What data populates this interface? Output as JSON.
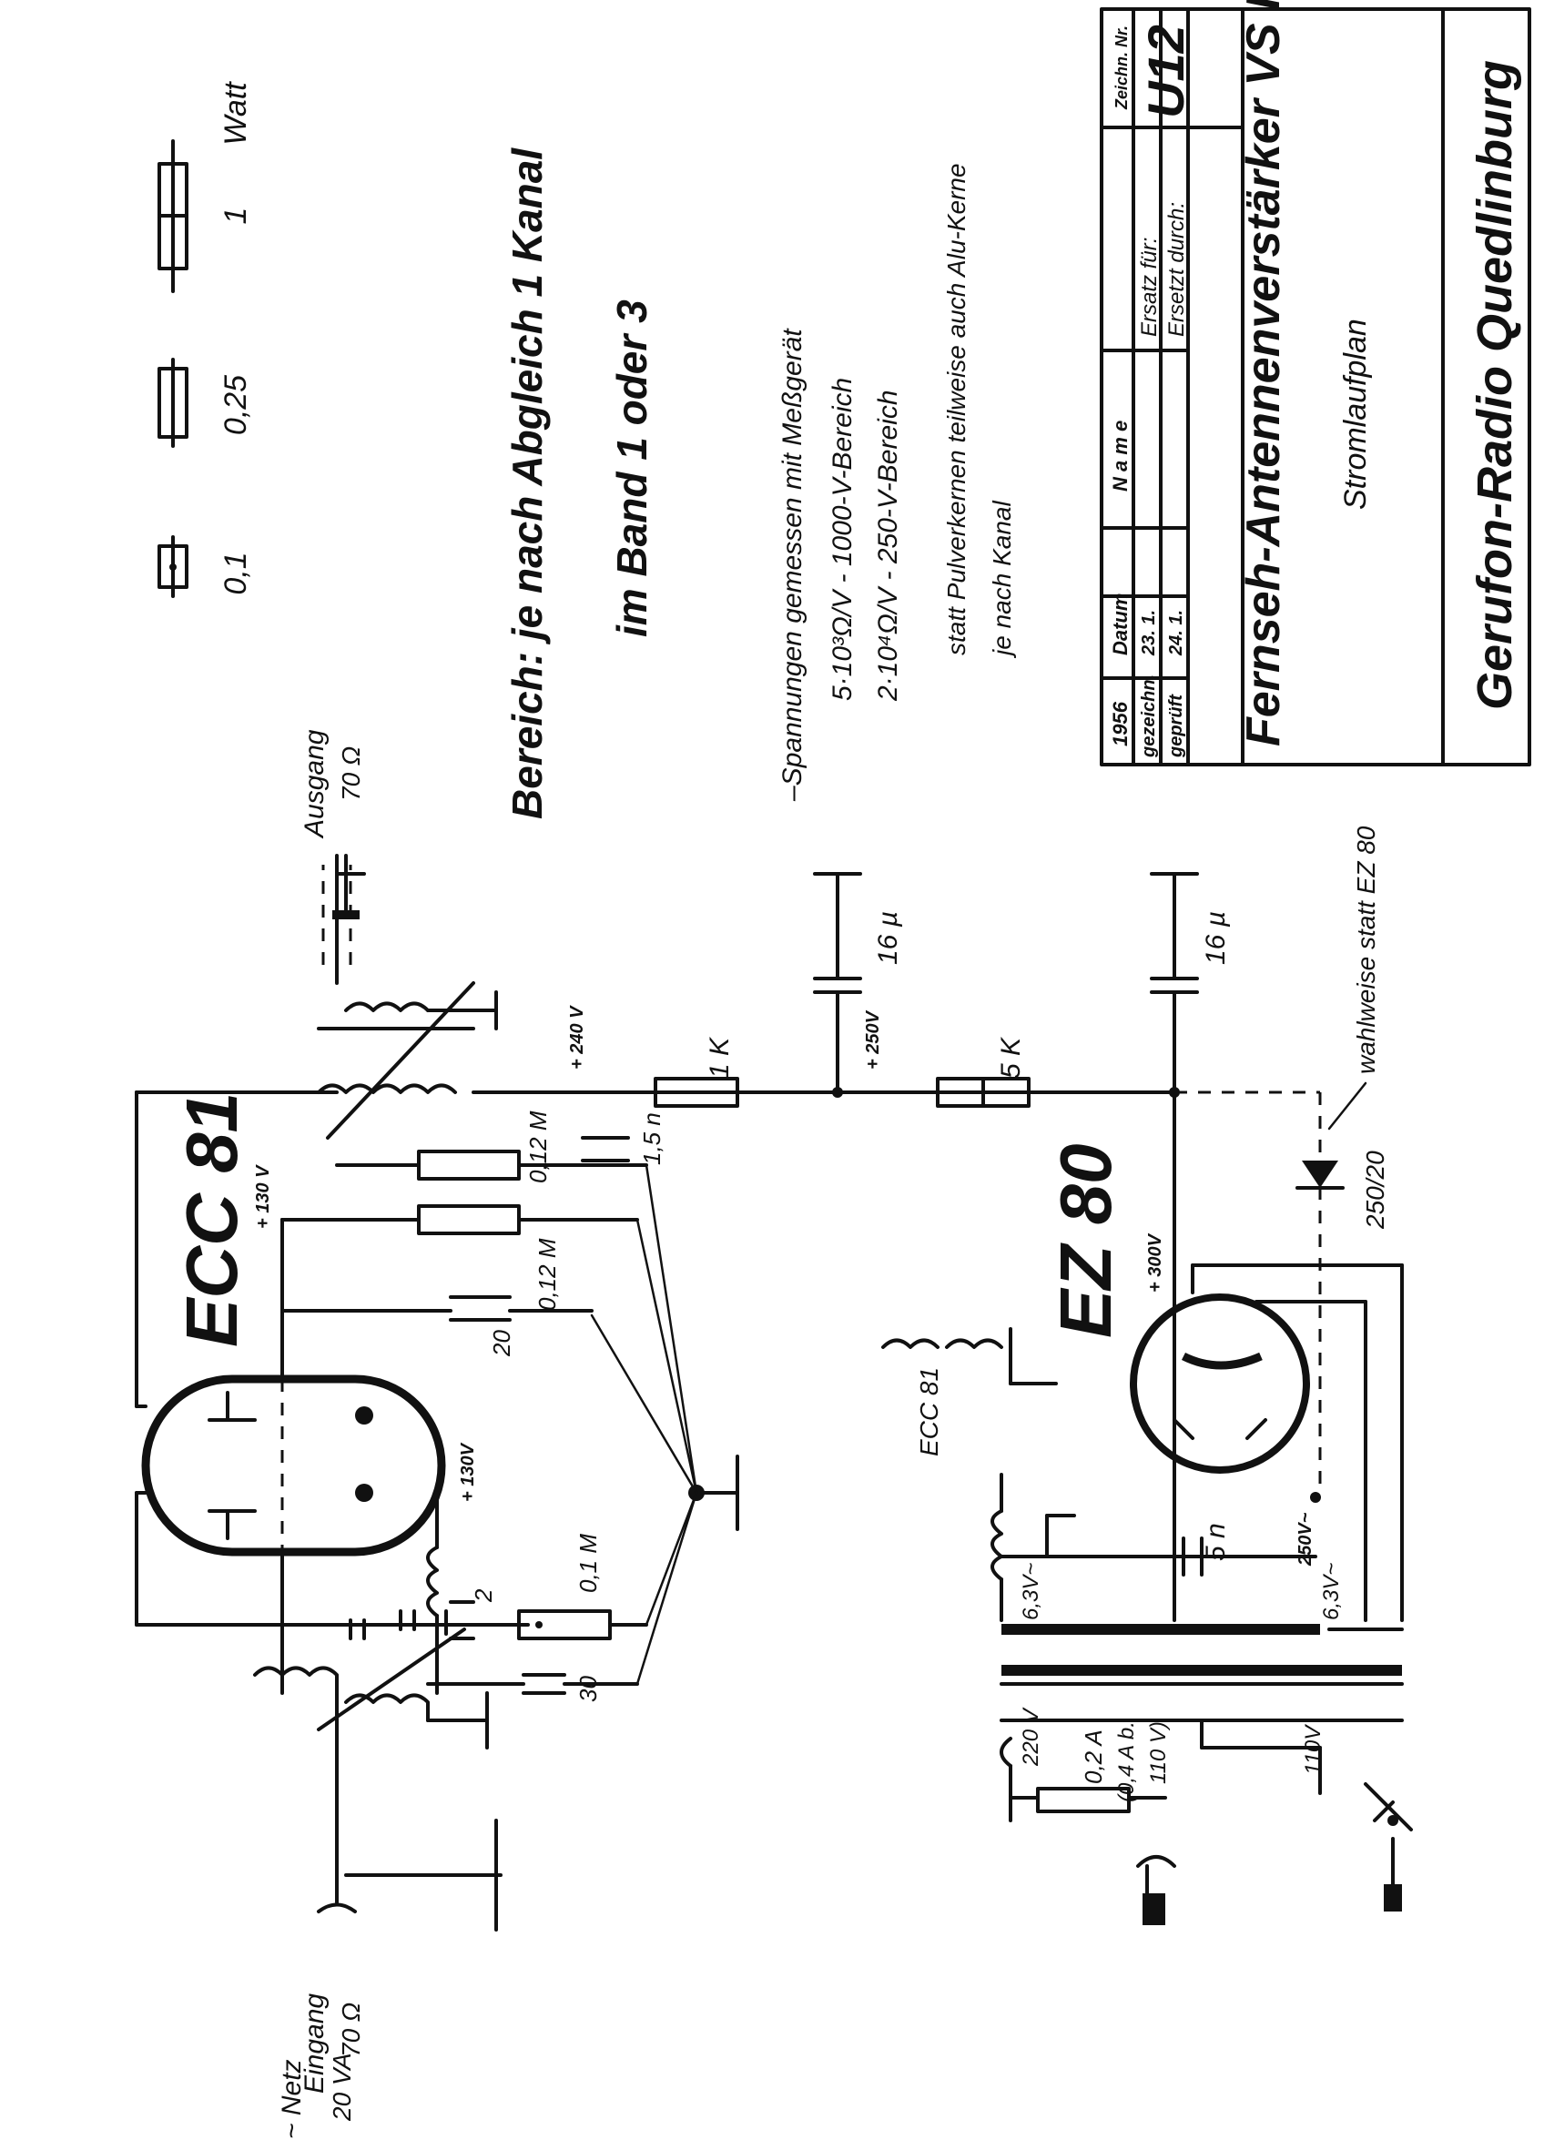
{
  "legend": {
    "values": [
      "0,1",
      "0,25",
      "1"
    ],
    "unit": "Watt"
  },
  "notes": {
    "range_line1": "Bereich: je nach Abgleich 1 Kanal",
    "range_line2": "im Band 1 oder 3",
    "voltage_line1": "–Spannungen gemessen mit Meßgerät",
    "voltage_line2": "5·10³Ω/V - 1000-V-Bereich",
    "voltage_line3": "2·10⁴Ω/V - 250-V-Bereich",
    "core_line1": "statt Pulverkernen teilweise auch Alu-Kerne",
    "core_line2": "je nach Kanal"
  },
  "title_block": {
    "year": "1956",
    "datum_label": "Datum",
    "name_label": "N a m e",
    "drawn_label": "gezeichn.",
    "drawn_date": "23. 1.",
    "checked_label": "geprüft",
    "checked_date": "24. 1.",
    "replaces_label": "Ersatz für:",
    "replaced_by_label": "Ersetzt durch:",
    "drawing_no_label": "Zeichn. Nr.",
    "drawing_no": "U12",
    "title": "Fernseh-Antennenverstärker VS III",
    "subtitle": "Stromlaufplan",
    "company": "Gerufon-Radio Quedlinburg"
  },
  "labels": {
    "output": "Ausgang",
    "output_impedance": "70 Ω",
    "input": "Eingang",
    "input_impedance": "70 Ω",
    "mains": "~ Netz",
    "mains_rating": "20 VA",
    "ecc81": "ECC 81",
    "ecc81_small": "ECC 81",
    "ez80": "EZ 80",
    "v130_a": "+ 130 V",
    "v130_b": "+ 130V",
    "v300": "+ 300V",
    "v240": "+ 240 V",
    "v250": "+ 250V",
    "r012m_a": "0,12 M",
    "r012m_b": "0,12 M",
    "c15n": "1,5 n",
    "c20": "20",
    "c2": "2",
    "r01m": "0,1 M",
    "c30": "30",
    "r1k": "1 K",
    "r5k": "5 K",
    "c16u": "16 µ",
    "alternative": "wahlweise statt EZ 80",
    "d25020": "250/20",
    "c5n": "5 n",
    "v250ac": "250V~",
    "v63": "6,3V~",
    "v220": "220 V",
    "v110": "110V",
    "fuse": "0,2 A",
    "fuse_b": "(0,4 A b.",
    "fuse_c": "110 V)"
  }
}
